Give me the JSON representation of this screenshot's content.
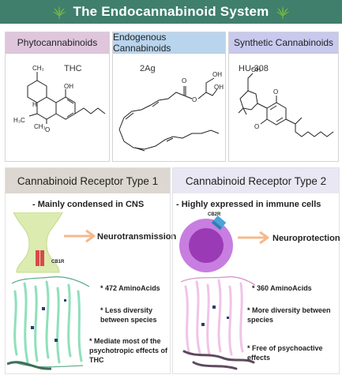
{
  "title": "The Endocannabinoid System",
  "categories": [
    {
      "label": "Phytocannabinoids",
      "molecule": "THC",
      "color": "#dfc6dd"
    },
    {
      "label": "Endogenous Cannabinoids",
      "molecule": "2Ag",
      "color": "#b9d5ee"
    },
    {
      "label": "Synthetic Cannabinoids",
      "molecule": "HU-308",
      "color": "#c8c9ee"
    }
  ],
  "atom_labels": {
    "thc_ch3": "CH₃",
    "thc_oh": "OH",
    "thc_h": "H",
    "thc_h3c": "H₃C",
    "thc_ch3b": "CH₃",
    "thc_o": "O",
    "ag_o1": "O",
    "ag_o2": "O",
    "ag_oh1": "OH",
    "ag_oh2": "OH",
    "hu_oh": "OH",
    "hu_o1": "O",
    "hu_o2": "O"
  },
  "receptors": [
    {
      "title": "Cannabinoid Receptor Type 1",
      "subtitle": "- Mainly condensed in CNS",
      "label": "CB1R",
      "effect": "Neurotransmission",
      "notes": [
        "* 472 AminoAcids",
        "* Less diversity between species",
        "* Mediate most of the psychotropic effects of THC"
      ]
    },
    {
      "title": "Cannabinoid Receptor Type 2",
      "subtitle": "- Highly expressed in immune cells",
      "label": "CB2R",
      "effect": "Neuroprotection",
      "notes": [
        "* 360 AminoAcids",
        "* More diversity between species",
        "* Free of psychoactive effects"
      ]
    }
  ],
  "colors": {
    "banner": "#3f7f6c",
    "cb1_header": "#dcd7d0",
    "cb2_header": "#e8e7f3",
    "arrow": "#f5b98c",
    "neuron": "#dcebb0",
    "cell_outer": "#c77ee0",
    "cell_inner": "#9a3bb5",
    "cb1_protein": "#8fe0bb",
    "cb2_protein": "#f0c4e6"
  }
}
